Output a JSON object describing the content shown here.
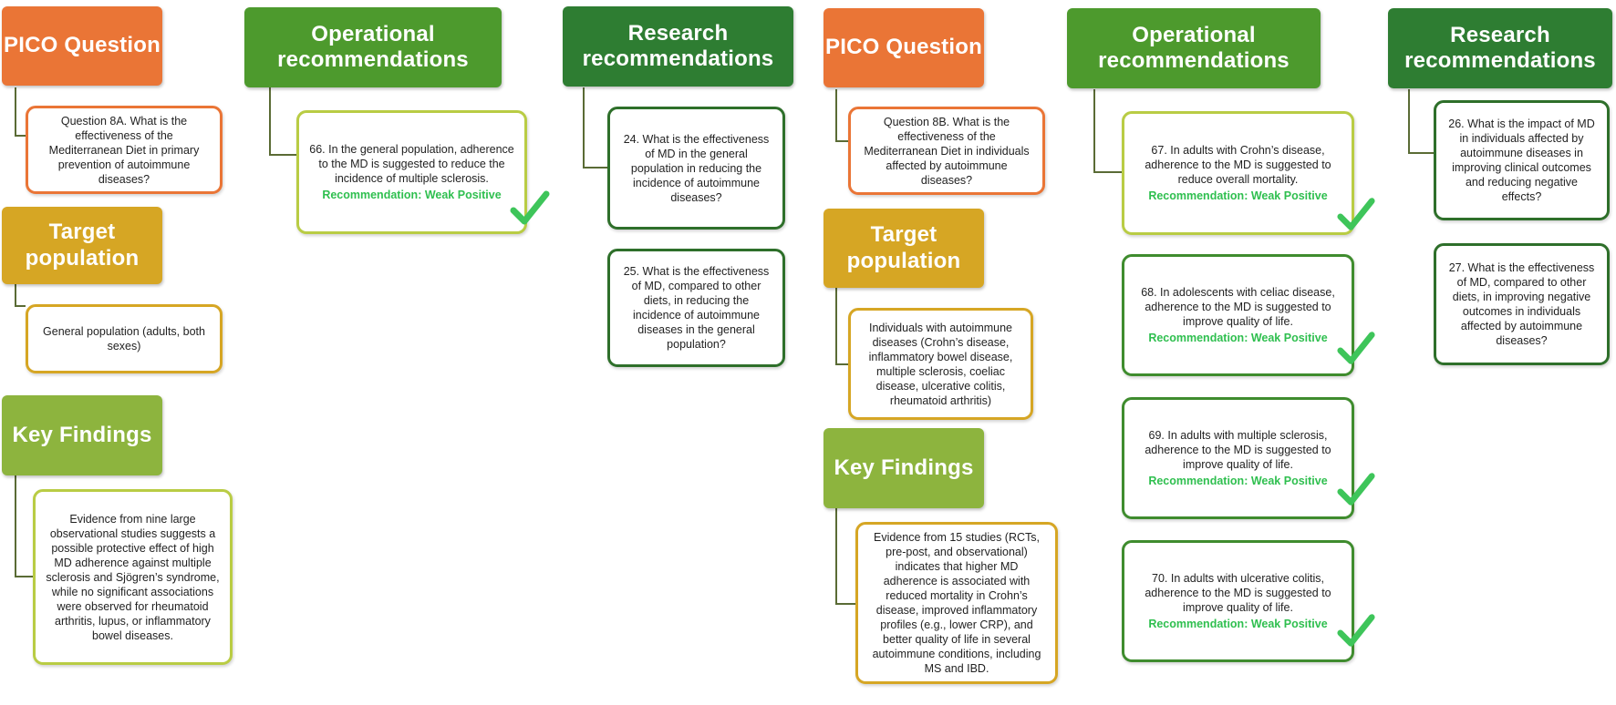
{
  "colors": {
    "orange": "#ea7536",
    "gold": "#d6a624",
    "lime": "#8db43e",
    "green": "#4d9a2d",
    "dark_green": "#2e7d32",
    "check": "#3ec55a"
  },
  "icons": [
    "check-icon"
  ],
  "left": {
    "pico_header": "PICO Question",
    "pico_question": "Question 8A. What is the effectiveness of the Mediterranean Diet in primary prevention of autoimmune diseases?",
    "target_header": "Target population",
    "target_text": "General population (adults, both sexes)",
    "findings_header": "Key Findings",
    "findings_text": "Evidence from nine large observational studies suggests a possible protective effect of high MD adherence against multiple sclerosis and Sjögren’s syndrome, while no significant associations were observed for rheumatoid arthritis, lupus, or inflammatory bowel diseases.",
    "operational_header": "Operational recommendations",
    "operational": [
      {
        "text": "66. In the general population, adherence to the MD is suggested to reduce the incidence of multiple sclerosis.",
        "recommendation": "Recommendation: Weak Positive"
      }
    ],
    "research_header": "Research recommendations",
    "research": [
      "24. What is the effectiveness of MD in the general population in reducing the incidence of autoimmune diseases?",
      "25. What is the effectiveness of MD, compared to other diets, in reducing the incidence of autoimmune diseases in the general population?"
    ]
  },
  "right": {
    "pico_header": "PICO Question",
    "pico_question": "Question 8B. What is the effectiveness of the Mediterranean Diet in individuals affected by autoimmune diseases?",
    "target_header": "Target population",
    "target_text": "Individuals with autoimmune diseases (Crohn’s disease, inflammatory bowel disease, multiple sclerosis, coeliac disease, ulcerative colitis, rheumatoid arthritis)",
    "findings_header": "Key Findings",
    "findings_text": "Evidence from 15 studies (RCTs, pre-post, and observational) indicates that higher MD adherence is associated with reduced mortality in Crohn’s disease, improved inflammatory profiles (e.g., lower CRP), and better quality of life in several autoimmune conditions, including MS and IBD.",
    "operational_header": "Operational recommendations",
    "operational": [
      {
        "text": "67. In adults with Crohn’s disease, adherence to the MD is suggested to reduce overall mortality.",
        "recommendation": "Recommendation: Weak Positive"
      },
      {
        "text": "68. In adolescents with celiac disease, adherence to the MD is suggested to improve quality of life.",
        "recommendation": "Recommendation: Weak Positive"
      },
      {
        "text": "69. In adults with multiple sclerosis, adherence to the MD is suggested to improve quality of life.",
        "recommendation": "Recommendation: Weak Positive"
      },
      {
        "text": "70. In adults with ulcerative colitis, adherence to the MD is suggested to improve quality of life.",
        "recommendation": "Recommendation: Weak Positive"
      }
    ],
    "research_header": "Research recommendations",
    "research": [
      "26. What is the impact of MD in individuals affected by autoimmune diseases in improving clinical outcomes and reducing negative effects?",
      "27. What is the effectiveness of MD, compared to other diets, in improving negative outcomes in individuals affected by autoimmune diseases?"
    ]
  }
}
